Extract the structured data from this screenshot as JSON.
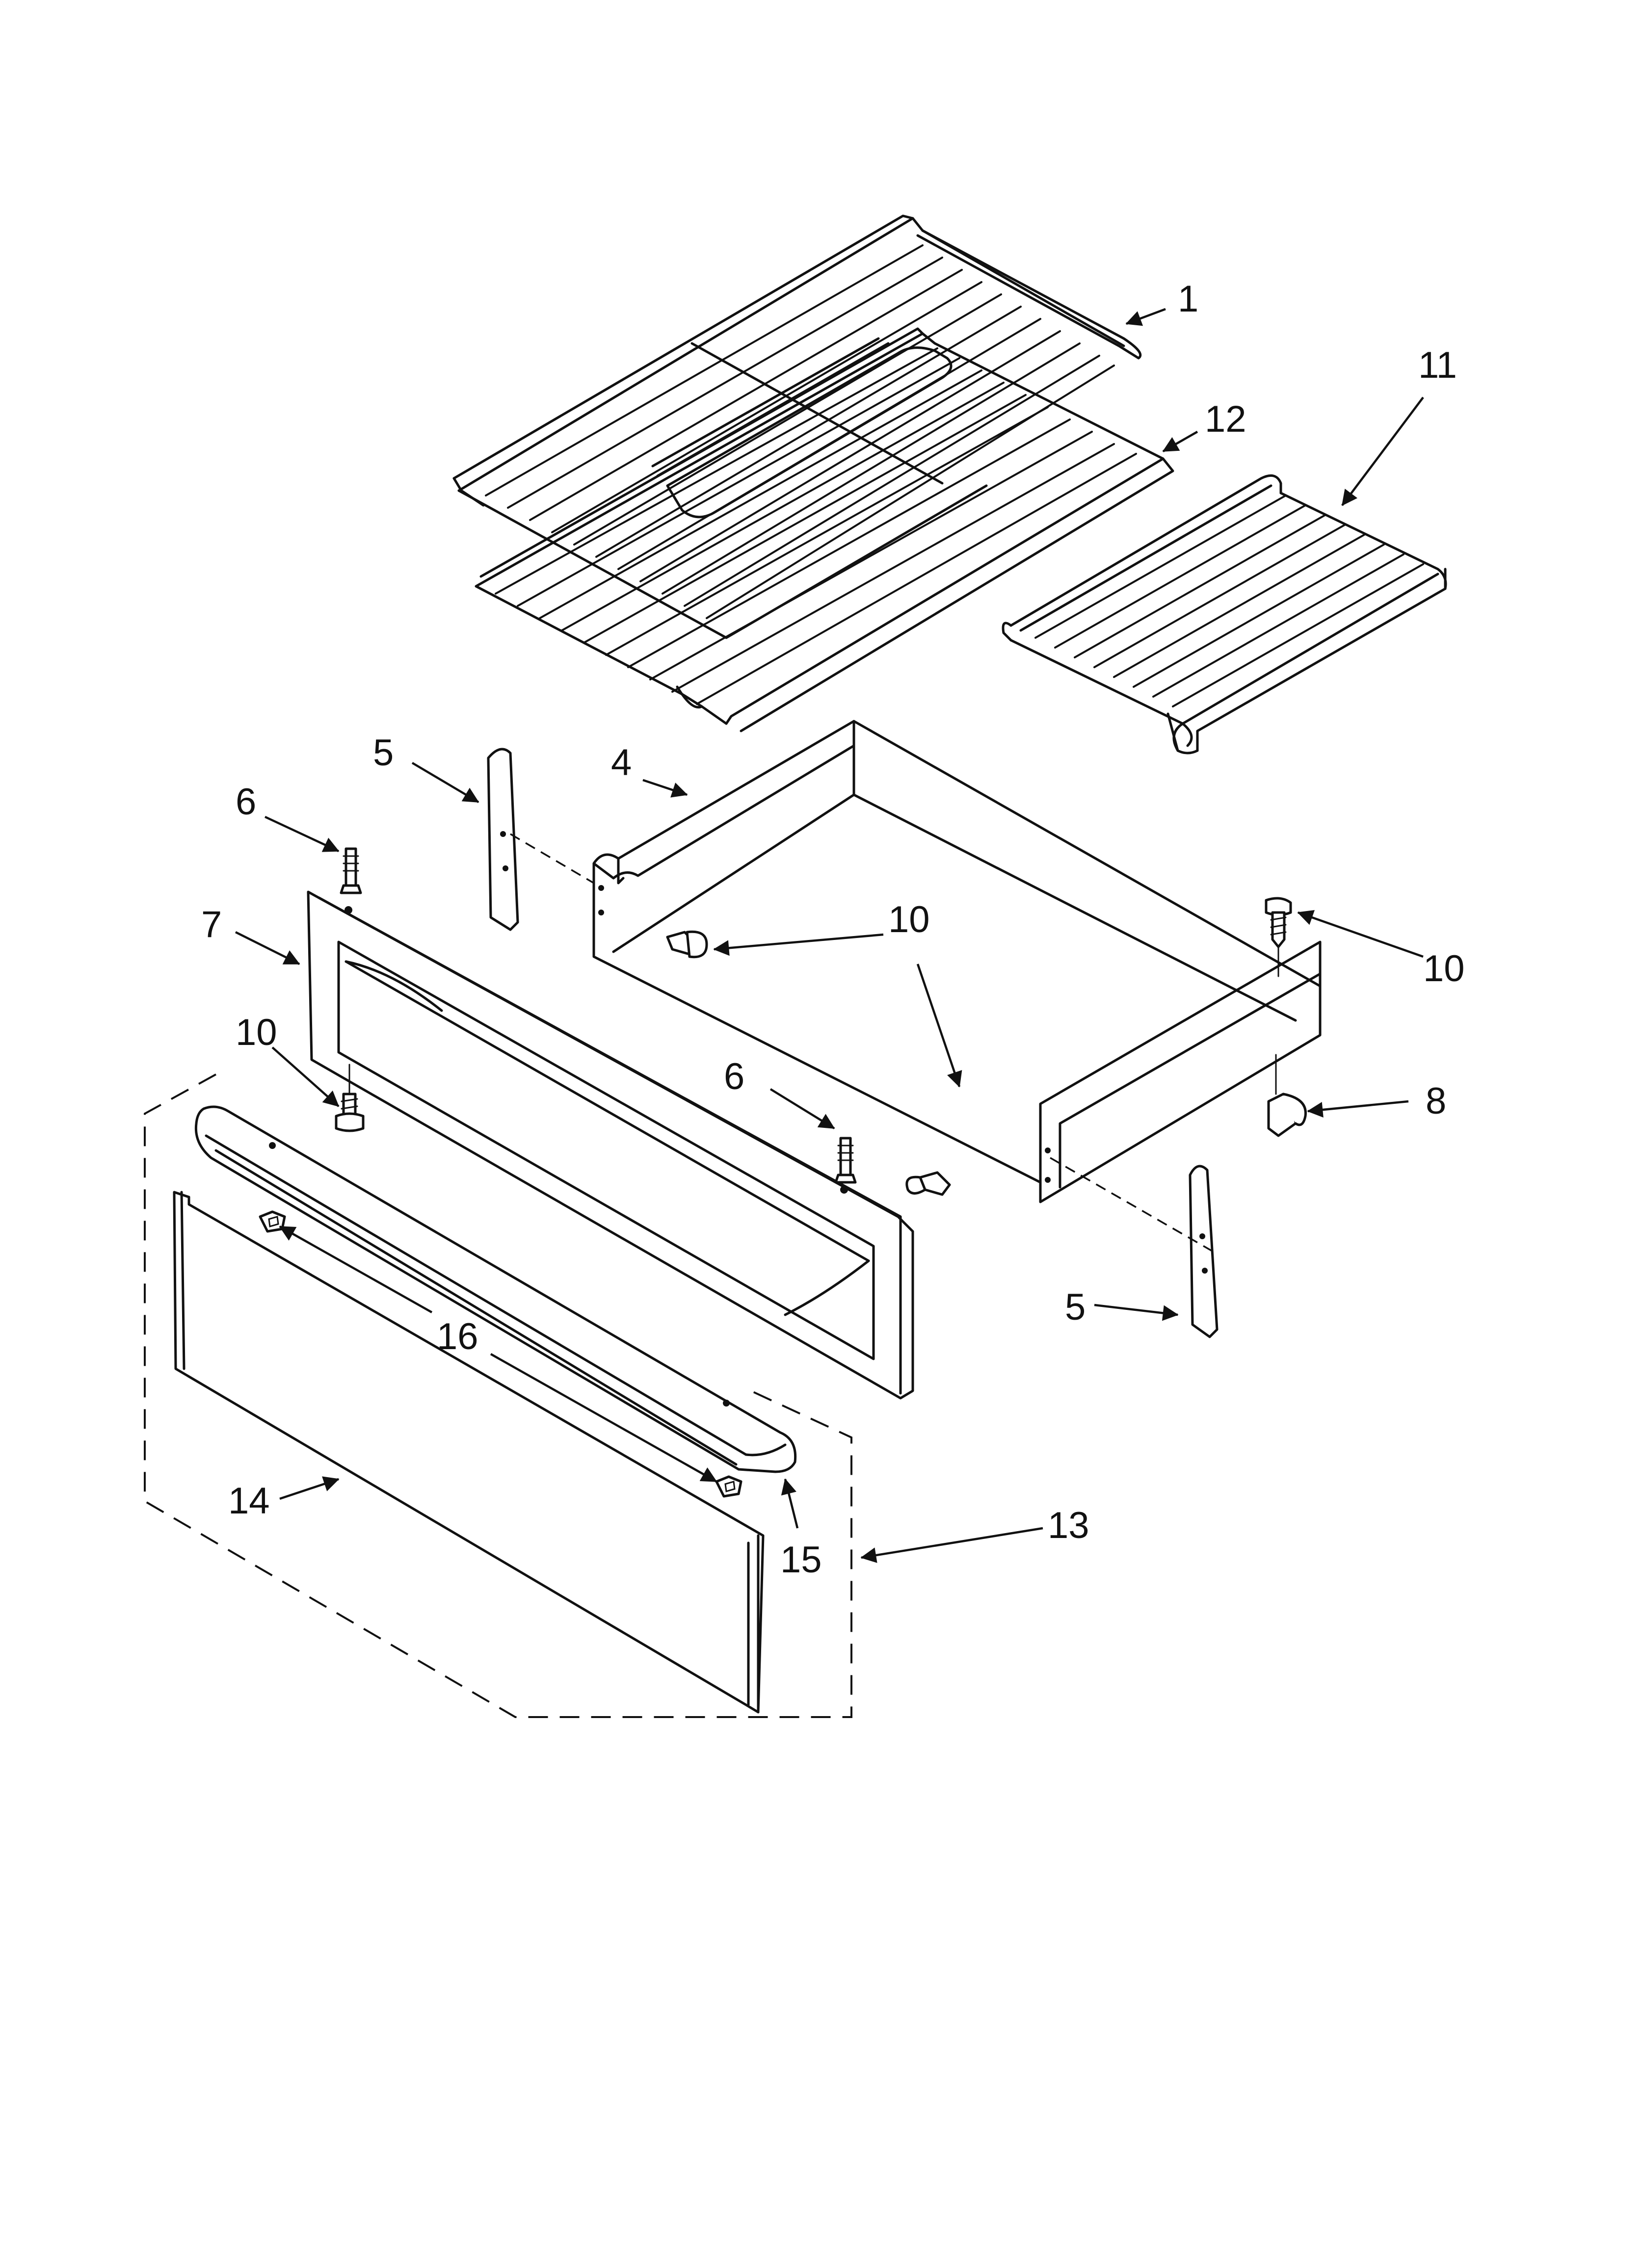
{
  "callouts": {
    "c1": "1",
    "c4": "4",
    "c5a": "5",
    "c5b": "5",
    "c6a": "6",
    "c6b": "6",
    "c7": "7",
    "c8": "8",
    "c10a": "10",
    "c10b": "10",
    "c10c": "10",
    "c11": "11",
    "c12": "12",
    "c13": "13",
    "c14": "14",
    "c15": "15",
    "c16": "16"
  }
}
